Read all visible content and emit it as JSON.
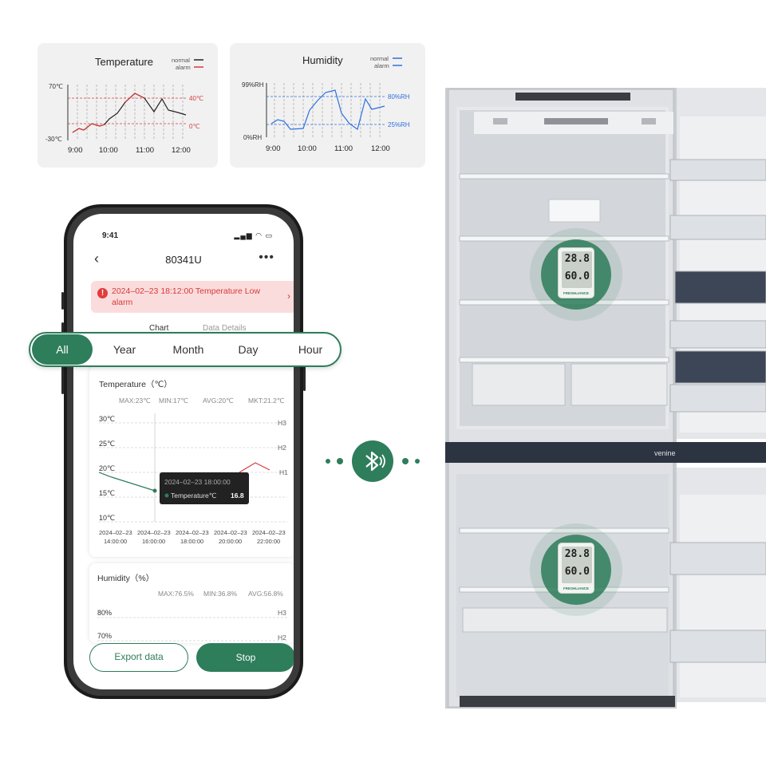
{
  "mini_temperature": {
    "title": "Temperature",
    "legend_normal": "normal",
    "legend_alarm": "alarm",
    "y_top": "70℃",
    "y_bottom": "-30℃",
    "alarm_high": "40℃",
    "alarm_low": "0℃",
    "x_labels": [
      "9:00",
      "10:00",
      "11:00",
      "12:00"
    ]
  },
  "mini_humidity": {
    "title": "Humidity",
    "legend_normal": "normal",
    "legend_alarm": "alarm",
    "y_top": "99%RH",
    "y_bottom": "0%RH",
    "alarm_high": "80%RH",
    "alarm_low": "25%RH",
    "x_labels": [
      "9:00",
      "10:00",
      "11:00",
      "12:00"
    ]
  },
  "phone": {
    "status_time": "9:41",
    "status_icons": "▂▄▆ ◠ ▭",
    "back_icon": "‹",
    "device_title": "80341U",
    "more_icon": "•••",
    "alarm_icon": "!",
    "alarm_text": "2024–02–23 18:12:00 Temperature Low alarm",
    "alarm_arrow": "›",
    "tabs": [
      "Chart",
      "Data Details"
    ],
    "temp_panel": {
      "title": "Temperature（℃）",
      "stats": [
        "MAX:23℃",
        "MIN:17℃",
        "AVG:20℃",
        "MKT:21.2℃"
      ],
      "y_labels": [
        "30℃",
        "25℃",
        "20℃",
        "15℃",
        "10℃"
      ],
      "thresholds": [
        "H3",
        "H2",
        "H1"
      ],
      "x_labels": [
        [
          "2024–02–23",
          "14:00:00"
        ],
        [
          "2024–02–23",
          "16:00:00"
        ],
        [
          "2024–02–23",
          "18:00:00"
        ],
        [
          "2024–02–23",
          "20:00:00"
        ],
        [
          "2024–02–23",
          "22:00:00"
        ]
      ],
      "tooltip_time": "2024–02–23 18:00:00",
      "tooltip_label": "Temperature℃",
      "tooltip_value": "16.8"
    },
    "hum_panel": {
      "title": "Humidity（%）",
      "stats": [
        "MAX:76.5%",
        "MIN:36.8%",
        "AVG:56.8%"
      ],
      "y_labels": [
        "80%",
        "70%"
      ],
      "thresholds": [
        "H3",
        "H2"
      ]
    },
    "export_label": "Export data",
    "stop_label": "Stop"
  },
  "range_options": [
    "All",
    "Year",
    "Month",
    "Day",
    "Hour"
  ],
  "bluetooth_icon": "bluetooth",
  "fridge": {
    "brand": "venine",
    "sensor_brand": "FRESHLIANCE",
    "sensor_top": {
      "temp": "28.8",
      "hum": "60.0"
    },
    "sensor_bottom": {
      "temp": "28.8",
      "hum": "60.0"
    }
  },
  "colors": {
    "accent": "#2e7d5b",
    "alarm": "#d63a3a",
    "humidity": "#2f6fe0",
    "alarm_bg": "#fbdcdc"
  }
}
